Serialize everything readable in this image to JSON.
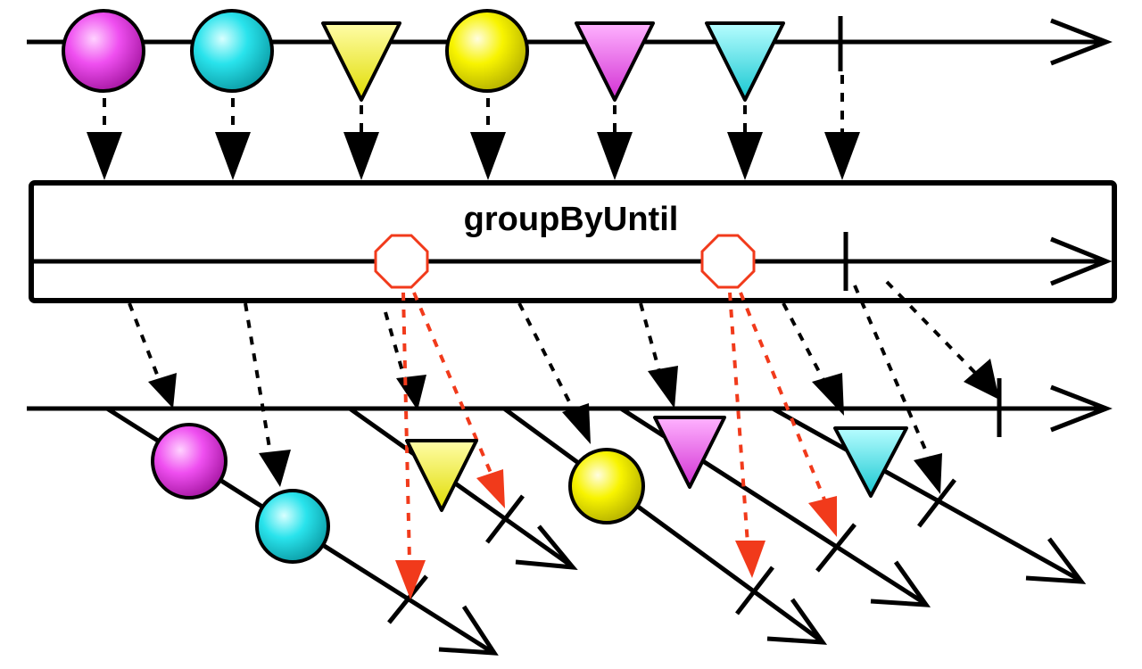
{
  "operator": {
    "label": "groupByUntil"
  },
  "colors": {
    "magenta": "#ef4ff0",
    "cyan": "#29e3ec",
    "yellow": "#f8f400",
    "duration": "#f13a1b",
    "stroke": "#000000"
  },
  "source": {
    "items": [
      {
        "shape": "circle",
        "color": "magenta"
      },
      {
        "shape": "circle",
        "color": "cyan"
      },
      {
        "shape": "triangle",
        "color": "yellow"
      },
      {
        "shape": "circle",
        "color": "yellow"
      },
      {
        "shape": "triangle",
        "color": "magenta"
      },
      {
        "shape": "triangle",
        "color": "cyan"
      }
    ],
    "completes": true
  },
  "groups": [
    {
      "items": [
        {
          "shape": "circle",
          "color": "magenta"
        },
        {
          "shape": "circle",
          "color": "cyan"
        }
      ],
      "ended_by": "duration"
    },
    {
      "items": [
        {
          "shape": "triangle",
          "color": "yellow"
        }
      ],
      "ended_by": "duration"
    },
    {
      "items": [
        {
          "shape": "circle",
          "color": "yellow"
        }
      ],
      "ended_by": "duration"
    },
    {
      "items": [
        {
          "shape": "triangle",
          "color": "magenta"
        }
      ],
      "ended_by": "duration"
    },
    {
      "items": [
        {
          "shape": "triangle",
          "color": "cyan"
        }
      ],
      "ended_by": "source-completion"
    }
  ]
}
